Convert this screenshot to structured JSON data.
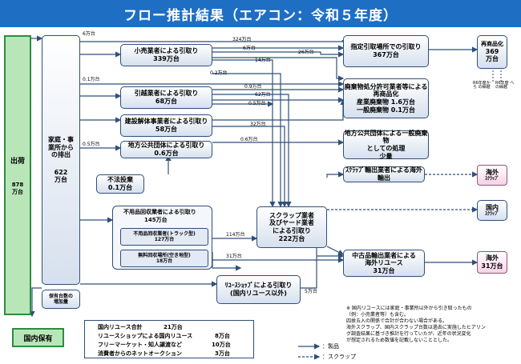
{
  "title": "フロー推計結果（エアコン：令和５年度）",
  "shipment": {
    "label": "出荷",
    "value": "878",
    "unit": "万台"
  },
  "household": {
    "label": "家庭・事業所からの排出",
    "value": "622",
    "unit": "万台"
  },
  "stock_increase": "保有台数の増加量",
  "domestic_holding": {
    "label": "国内保有"
  },
  "retailer": {
    "label": "小売業者による引取り",
    "value": "339万台"
  },
  "mover": {
    "label": "引越業者による引取り",
    "value": "68万台"
  },
  "demolition": {
    "label": "建設解体事業者による引取り",
    "value": "58万台"
  },
  "local_gov": {
    "label": "地方公共団体による引取り",
    "value": "0.6万台"
  },
  "illegal": {
    "label": "不法投棄",
    "value": "0.1万台"
  },
  "junk_group": {
    "label": "不用品回収業者による引取り",
    "value": "145万台"
  },
  "junk_truck": {
    "label": "不用品回収業者(トラック型)",
    "value": "127万台"
  },
  "junk_free": {
    "label": "無料回収場所(空き地型)",
    "value": "18万台"
  },
  "reuse_shop": {
    "label": "ﾘﾕｰｽｼｮｯﾌﾟによる引取り",
    "sub": "(国内リユース以外)"
  },
  "designated": {
    "label": "指定引取場所での引取り",
    "value": "367万台"
  },
  "recycle": {
    "label": "再商品化",
    "value": "369",
    "unit": "万台"
  },
  "recycle_notes": [
    "R6年度から の繰越",
    "R6年度 への繰越"
  ],
  "waste_permit": {
    "label": "廃棄物処分許可業者等による",
    "label2": "再商品化",
    "industrial": "産業廃棄物 1.6万台",
    "general": "一般廃棄物 0.1万台"
  },
  "local_waste": {
    "label": "地方公共団体による一般廃棄物",
    "label2": "としての処理",
    "value": "少量"
  },
  "scrap_export": {
    "label": "ｽｸﾗｯﾌﾟ輸出業者による海外輸出"
  },
  "overseas_scrap": {
    "label": "海外",
    "sub": "ｽｸﾗｯﾌﾟ"
  },
  "domestic_scrap": {
    "label": "国内",
    "sub": "ｽｸﾗｯﾌﾟ"
  },
  "scrap_yard": {
    "label": "スクラップ業者",
    "label2": "及びヤード業者",
    "label3": "による引取り",
    "value": "222万台"
  },
  "used_export": {
    "label": "中古品輸出業者による",
    "label2": "海外リユース",
    "value": "31万台"
  },
  "overseas_reuse": {
    "label": "海外",
    "value": "31万台"
  },
  "flows": {
    "f6": "6万台",
    "f324": "324万台",
    "f6b": "6万台",
    "f26": "26万台",
    "f14": "14万台",
    "f02": "0.2万台",
    "f01": "0.1万台",
    "f09": "0.9万台",
    "f62": "62万台",
    "f05": "0.5万台",
    "f32": "32万台",
    "f05b": "0.5万台",
    "f06": "0.6万台",
    "f114": "114万台",
    "f31": "31万台",
    "f5": "5万台"
  },
  "domestic_table": [
    {
      "k": "国内リユース合計",
      "v": "21万台"
    },
    {
      "k": "リユースショップによる国内リユース",
      "v": "8万台"
    },
    {
      "k": "フリーマーケット・知人譲渡など",
      "v": "10万台"
    },
    {
      "k": "消費者からのネットオークション",
      "v": "3万台"
    }
  ],
  "footnotes": [
    "※ 国内リユースには家庭・事業所以外から引き取ったもの",
    "（例：小売業者等）も含む。",
    "四捨五入の関係で合計が合わない場合がある。",
    "海外スクラップ、国内スクラップ台数は過去に実施したヒアリン",
    "グ調査結果に基づき推計を行っていたが、近年の状況変化",
    "が想定されるため数値を記載しないこととした。"
  ],
  "legend": {
    "product": "：製品",
    "scrap": "：スクラップ"
  },
  "colors": {
    "title": "#1e6fc4",
    "line": "#2f4f7a",
    "green": "#2e8b3d"
  }
}
